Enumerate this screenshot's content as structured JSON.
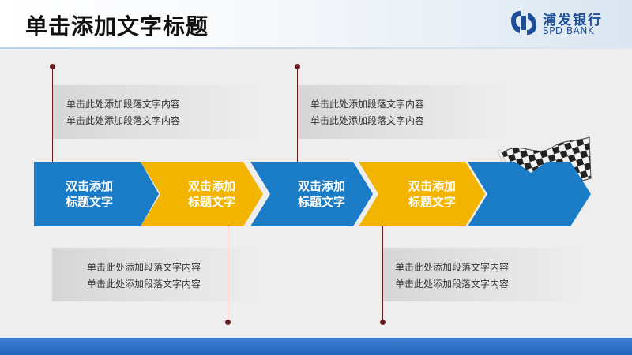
{
  "header": {
    "title": "单击添加文字标题"
  },
  "logo": {
    "cn": "浦发银行",
    "en": "SPD BANK",
    "icon": "spd-bank-logo-icon"
  },
  "colors": {
    "blue": "#1a7bc6",
    "yellow": "#f3b400",
    "connector": "#6a1c1c",
    "footer": "#2a6cc4"
  },
  "steps": [
    {
      "line1": "双击添加",
      "line2": "标题文字"
    },
    {
      "line1": "双击添加",
      "line2": "标题文字"
    },
    {
      "line1": "双击添加",
      "line2": "标题文字"
    },
    {
      "line1": "双击添加",
      "line2": "标题文字"
    }
  ],
  "textboxes": [
    {
      "line1": "单击此处添加段落文字内容",
      "line2": "单击此处添加段落文字内容"
    },
    {
      "line1": "单击此处添加段落文字内容",
      "line2": "单击此处添加段落文字内容"
    },
    {
      "line1": "单击此处添加段落文字内容",
      "line2": "单击此处添加段落文字内容"
    },
    {
      "line1": "单击此处添加段落文字内容",
      "line2": "单击此处添加段落文字内容"
    }
  ],
  "flag_icon": "checkered-flag-icon"
}
